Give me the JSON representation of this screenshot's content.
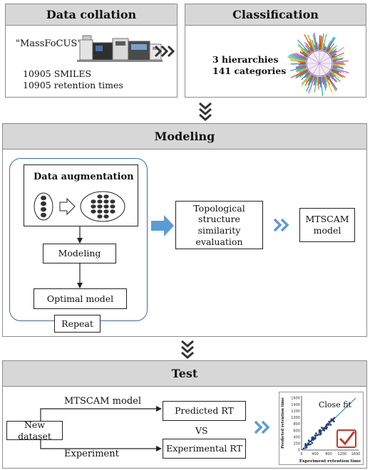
{
  "data_collation": {
    "title": "Data collation",
    "database_name": "\"MassFoCUS\"",
    "smiles_count": "10905 SMILES",
    "rt_count": "10905 retention times"
  },
  "classification": {
    "title": "Classification",
    "hierarchies": "3 hierarchies",
    "categories": "141 categories"
  },
  "modeling": {
    "title": "Modeling",
    "data_augmentation": "Data augmentation",
    "modeling_step": "Modeling",
    "optimal_model": "Optimal model",
    "repeat": "Repeat",
    "topo_line1": "Topological",
    "topo_line2": "structure similarity",
    "topo_line3": "evaluation",
    "mtscam_line1": "MTSCAM",
    "mtscam_line2": "model"
  },
  "test": {
    "title": "Test",
    "new_dataset": "New dataset",
    "mtscam_model": "MTSCAM model",
    "experiment": "Experiment",
    "predicted_rt": "Predicted RT",
    "vs": "VS",
    "experimental_rt": "Experimental RT",
    "plot": {
      "title": "Close fit",
      "ylabel": "Predicted retention time",
      "xlabel": "Experiment retention time",
      "x_ticks": [
        "0",
        "400",
        "800",
        "1200",
        "1600"
      ],
      "y_ticks": [
        "1600",
        "1400",
        "1200",
        "1000",
        "800",
        "600",
        "400",
        "200",
        "0"
      ]
    }
  },
  "colors": {
    "header_bg": "#d7d7d7",
    "panel_border": "#8c8c8c",
    "accent_arrow": "#5b9bd5",
    "loop_border": "#3a6ea5",
    "check_red": "#c0392b",
    "dark_arrow": "#333333"
  }
}
